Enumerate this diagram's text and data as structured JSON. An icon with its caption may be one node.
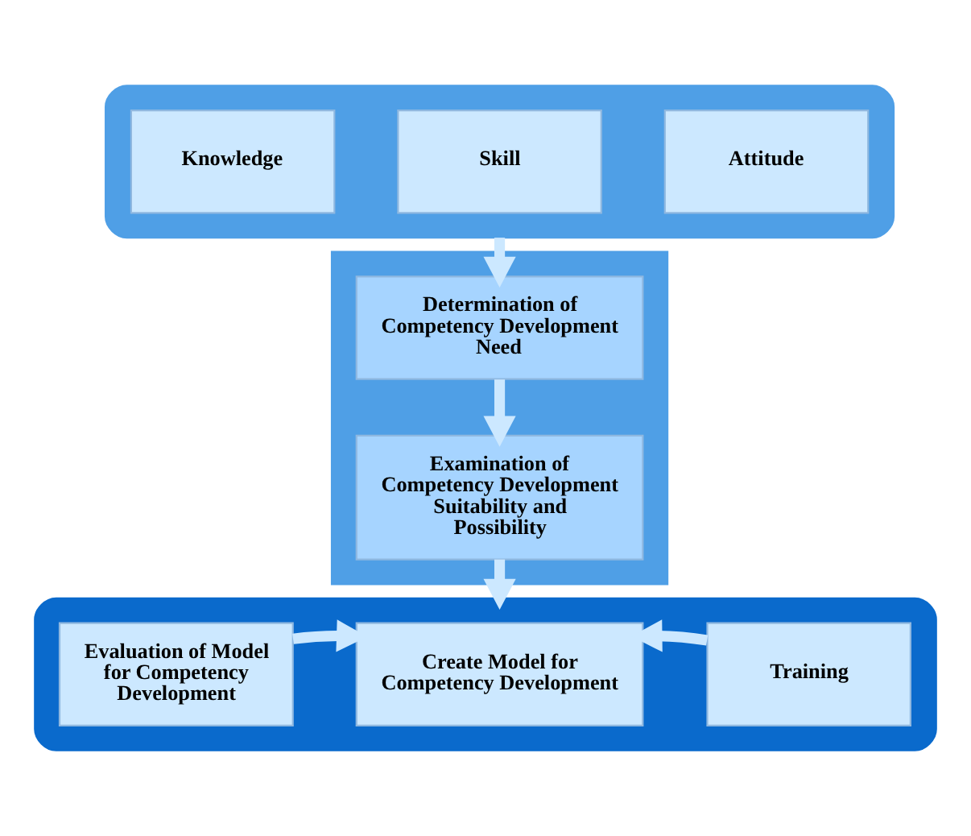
{
  "diagram": {
    "nodes": [
      {
        "text": [],
        "shape": "box"
      },
      {
        "text": [
          "Knowledge"
        ],
        "in": 0
      },
      {
        "text": [
          "Skill"
        ],
        "in": 0
      },
      {
        "text": [
          "Attitude"
        ],
        "in": 0
      },
      {
        "text": [],
        "shape": "box"
      },
      {
        "text": [
          "Determination of Competency Development Need"
        ],
        "in": 4
      },
      {
        "text": [
          "Examination of Competency Development Suitability and Possibility"
        ],
        "in": 4
      },
      {
        "text": [],
        "shape": "box"
      },
      {
        "text": [
          "Evaluation of Model for Competency Development"
        ],
        "in": 7
      },
      {
        "text": [
          "Create Model for Competency Development"
        ],
        "in": 7
      },
      {
        "text": [
          "Training"
        ],
        "in": 7
      }
    ],
    "edges": [
      {
        "from": 0,
        "to": 5,
        "arrow": "to"
      },
      {
        "from": 5,
        "to": 6,
        "arrow": "to"
      },
      {
        "from": 6,
        "to": 7,
        "arrow": "to"
      },
      {
        "from": 8,
        "to": 9,
        "arrow": "to"
      },
      {
        "from": 10,
        "to": 9,
        "arrow": "to"
      }
    ]
  }
}
